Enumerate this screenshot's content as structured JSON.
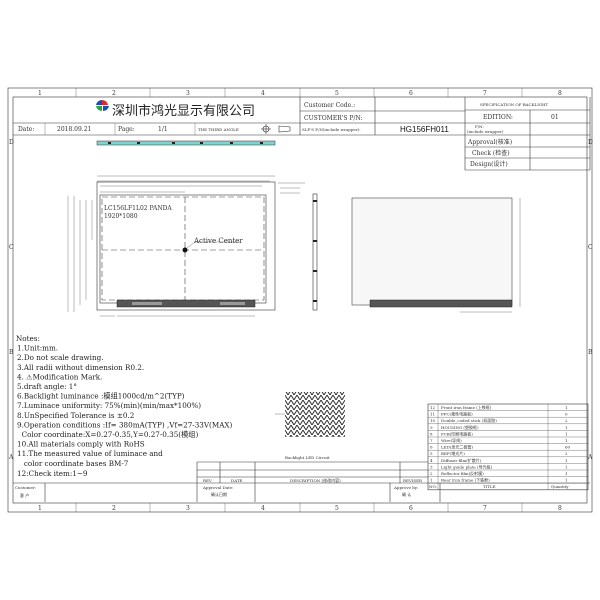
{
  "frame": {
    "columns": [
      "1",
      "2",
      "3",
      "4",
      "5",
      "6",
      "7",
      "8"
    ],
    "rows": [
      "D",
      "C",
      "B",
      "A"
    ]
  },
  "title_block": {
    "company": "深圳市鸿光显示有限公司",
    "customer_code_label": "Customer Code.:",
    "customer_pn_label": "CUSTOMER'S P/N:",
    "spec_title": "SPECIFICATION OF BACKLIGHT",
    "edition_label": "EDITION:",
    "edition_value": "01",
    "date_label": "Date:",
    "date_value": "2018.09.21",
    "page_label": "Page:",
    "page_value": "1/1",
    "projection": "THE THIRD ANGLE",
    "slf_pn_label": "SLF'S P/N(include wrapper):",
    "slf_pn_value": "HG156FH011",
    "pn_label": "P/N:",
    "pn_sub": "(include wrapper)",
    "approval_label": "Approval(核准)",
    "check_label": "Check (检查)",
    "design_label": "Design(设计)"
  },
  "drawing": {
    "panel_model": "LC156LF1L02  PANDA",
    "resolution": "1920*1080",
    "active_center": "Active Center",
    "circuit_label": "Backlight LED Circuit",
    "accent_color": "#7fd3d0"
  },
  "notes": {
    "heading": "Notes:",
    "items": [
      "1.Unit:mm.",
      "2.Do not scale drawing.",
      "3.All radii without dimension R0.2.",
      "4. ⚠Modification Mark.",
      "5.draft angle: 1°",
      "6.Backlight luminance :模组1000cd/m^2(TYP)",
      "7.Luminace uniformity: 75%(min)(min/max*100%)",
      "8.UnSpecified Tolerance is ±0.2",
      "9.Operation conditions :If= 380mA(TYP) ,Vf=27-33V(MAX)",
      "  Color coordinate:X=0.27-0.35,Y=0.27-0.35(模组)",
      "10.All materials comply with RoHS",
      "11.The measured value of luminace and",
      "   color coordinate bases BM-7",
      "12:Check item:1~9"
    ]
  },
  "bom": {
    "headers": {
      "no": "NO.",
      "title": "TITLE",
      "qty": "Quantity"
    },
    "rows": [
      {
        "no": "12",
        "title": "Front iron frame  (上铁框)",
        "qty": "1"
      },
      {
        "no": "11",
        "title": "FPC(柔性电路板)",
        "qty": "0"
      },
      {
        "no": "10",
        "title": "Double_coded stick (双面胶)",
        "qty": "2"
      },
      {
        "no": "9",
        "title": "HOUSING (塑胶框)",
        "qty": "1"
      },
      {
        "no": "8",
        "title": "PCB(印刷电路板)",
        "qty": "1"
      },
      {
        "no": "7",
        "title": "Wire(导线)",
        "qty": "1"
      },
      {
        "no": "6",
        "title": "LED(发光二极管)",
        "qty": "60"
      },
      {
        "no": "5",
        "title": "BEF(增光片)",
        "qty": "2"
      },
      {
        "no": "4",
        "title": "Diffuser film(扩散片)",
        "qty": "1"
      },
      {
        "no": "3",
        "title": "Light guide plate (导光板)",
        "qty": "1"
      },
      {
        "no": "2",
        "title": "Reflector film(反射膜)",
        "qty": "1"
      },
      {
        "no": "1",
        "title": "Rear iron frame (下铁框)",
        "qty": "1"
      }
    ]
  },
  "revision": {
    "rev": "REV",
    "date": "DATE",
    "description": "DESCRIPTION  (修改内容)",
    "reviser": "REVISER"
  },
  "footer": {
    "customer_label": "Customer:",
    "customer_cn": "客 户",
    "approval_date_label": "Approval Date:",
    "approval_date_cn": "确认日期",
    "approve_by_label": "Approve by:",
    "approve_by_cn": "确 认"
  }
}
